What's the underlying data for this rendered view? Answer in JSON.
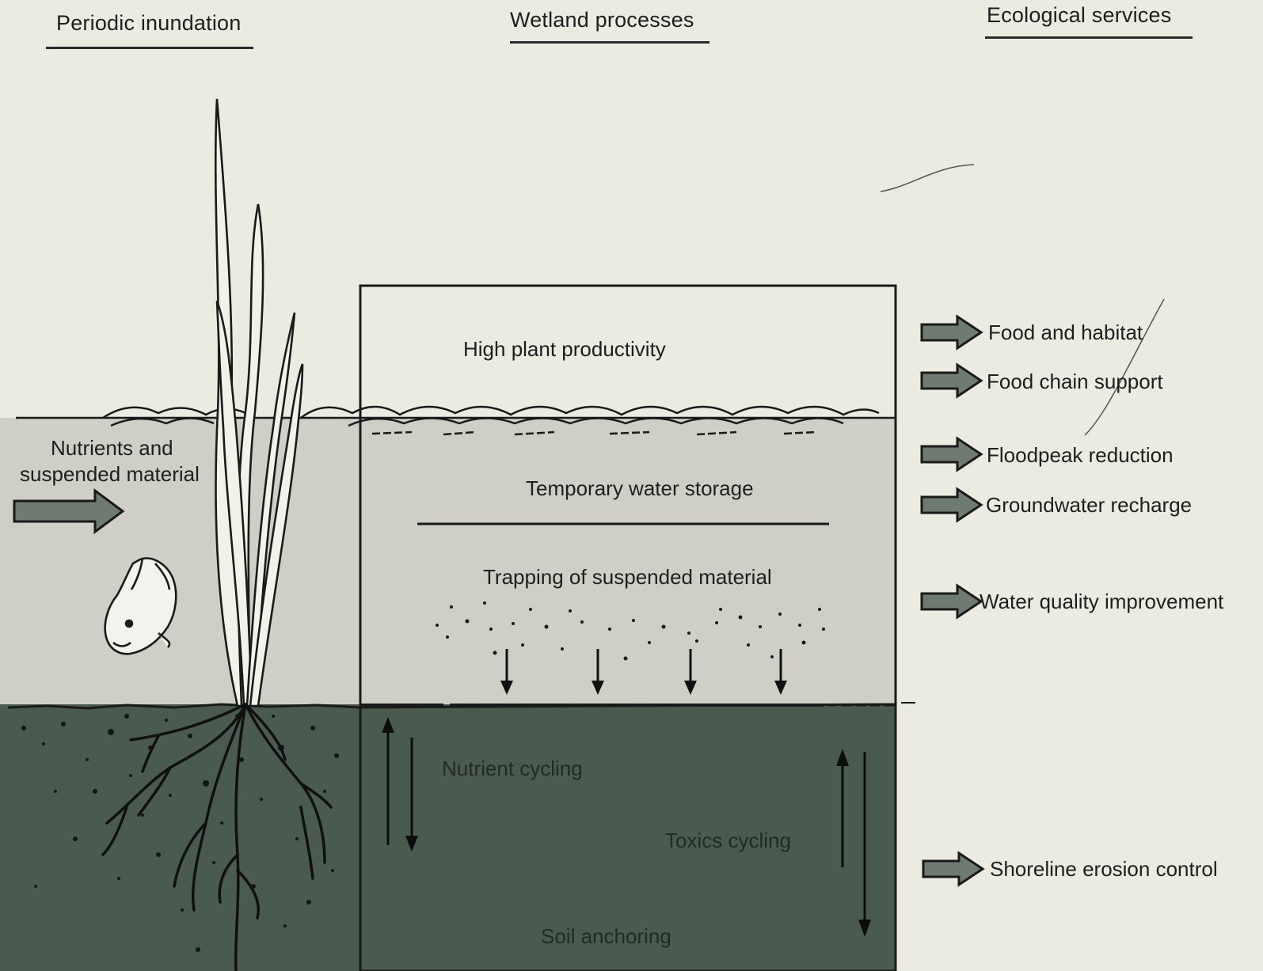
{
  "headings": {
    "left": "Periodic inundation",
    "center": "Wetland processes",
    "right": "Ecological services"
  },
  "inflow_label": {
    "line1": "Nutrients and",
    "line2": "suspended material"
  },
  "processes": {
    "high_plant_productivity": "High plant productivity",
    "temporary_water_storage": "Temporary water storage",
    "trapping_suspended_material": "Trapping of suspended material",
    "nutrient_cycling": "Nutrient cycling",
    "toxics_cycling": "Toxics cycling",
    "soil_anchoring": "Soil anchoring"
  },
  "services": [
    "Food and habitat",
    "Food chain support",
    "Floodpeak reduction",
    "Groundwater recharge",
    "Water quality improvement",
    "Shoreline erosion control"
  ],
  "icons": [
    "fish-icon",
    "reed-plant-icon",
    "plant-roots-icon",
    "service-arrow-icon",
    "inflow-arrow-icon"
  ],
  "colors": {
    "background": "#ecebe2",
    "water": "#cfcfc7",
    "sediment": "#4b5a4f",
    "arrow_fill": "#6f7a70",
    "ink": "#1c1c1c"
  }
}
